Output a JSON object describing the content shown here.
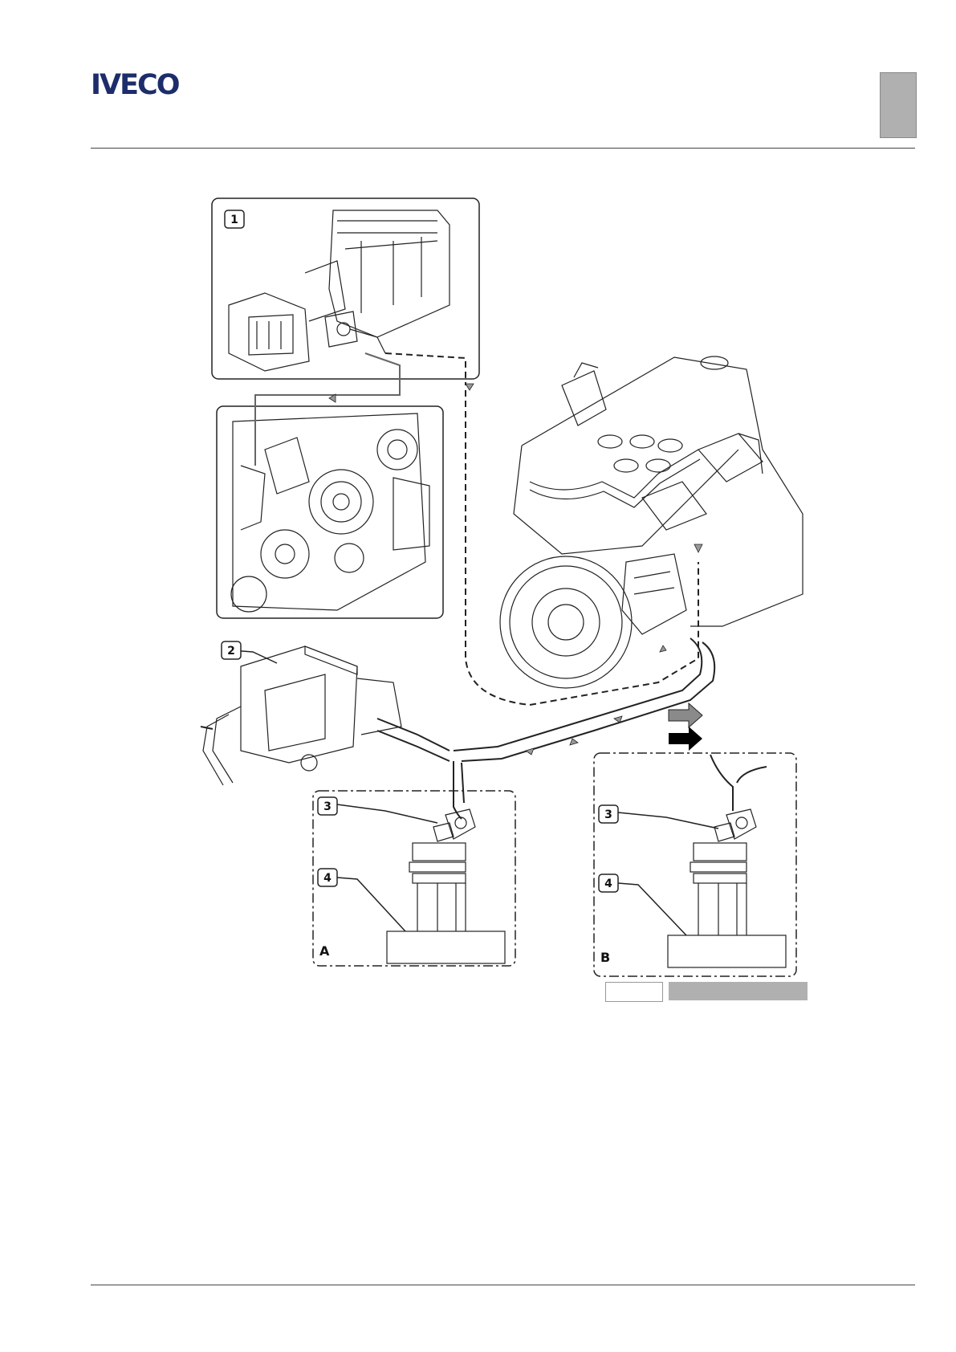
{
  "header": {
    "logo_text": "IVECO"
  },
  "figure": {
    "inset_label": "1",
    "callouts": [
      "2",
      "3",
      "4",
      "3",
      "4"
    ],
    "section_labels": [
      "A",
      "B"
    ]
  },
  "colors": {
    "logo": "#1d2d6b",
    "tab_marker": "#b0b0b0",
    "hot_flow_arrow": "#8a8a8a",
    "cold_flow_arrow": "#000000",
    "line": "#222222"
  }
}
